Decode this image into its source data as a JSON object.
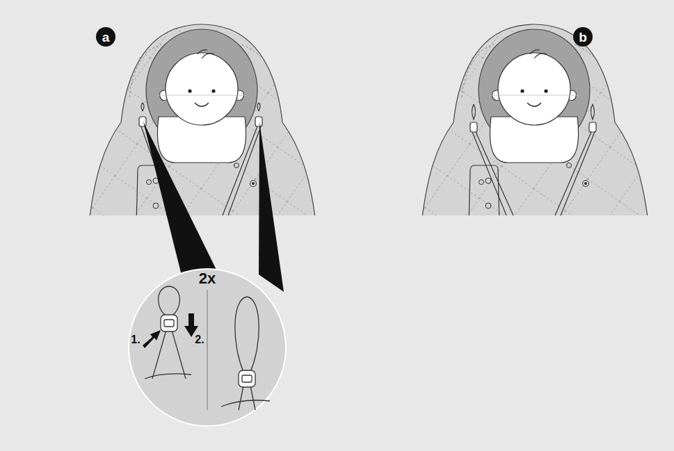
{
  "diagram": {
    "nodes": [
      {
        "text": [
          "a"
        ]
      },
      {
        "text": [
          "b"
        ]
      },
      {
        "text": [
          "2x",
          "1.",
          "2."
        ]
      }
    ]
  }
}
